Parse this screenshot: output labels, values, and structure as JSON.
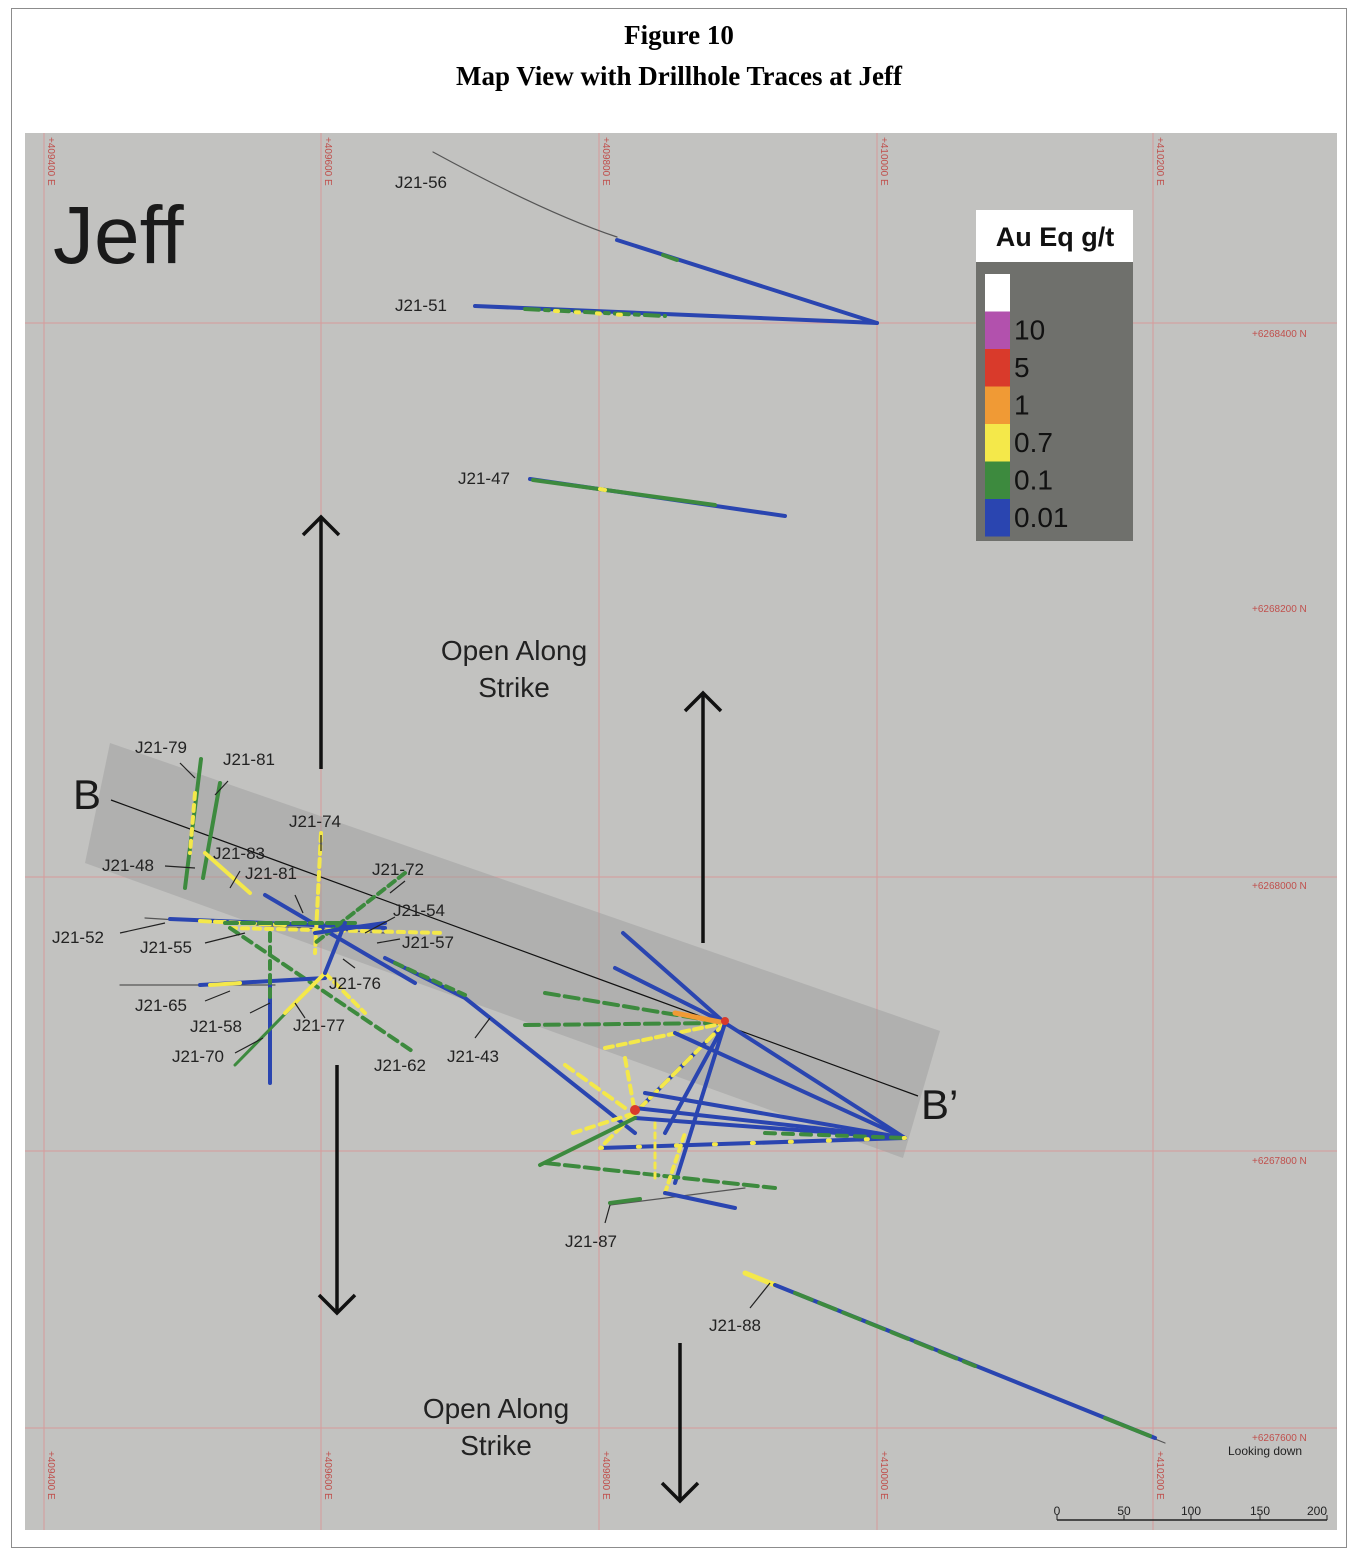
{
  "figure": {
    "number": "Figure 10",
    "caption": "Map View with Drillhole Traces at Jeff"
  },
  "map": {
    "title": "Jeff",
    "grid_easting_labels": [
      "+409400 E",
      "+409600 E",
      "+409800 E",
      "+410000 E",
      "+410200 E"
    ],
    "grid_northing_labels": [
      "+6268400 N",
      "+6268200 N",
      "+6268000 N",
      "+6267800 N",
      "+6267600 N"
    ],
    "section_line": {
      "start_label": "B",
      "end_label": "B’"
    },
    "annotations": [
      "Open Along",
      "Strike"
    ],
    "view_note": "Looking down",
    "scale_bar": {
      "ticks": [
        "0",
        "50",
        "100",
        "150",
        "200"
      ]
    },
    "colors": {
      "background": "#c2c2c0",
      "grid": "#d79a9a",
      "grid_text": "#c0504d",
      "section_band": "#9c9c9c",
      "trace_low": "#2a45b0"
    },
    "legend": {
      "title": "Au Eq g/t",
      "items": [
        {
          "label": "",
          "color": "#ffffff"
        },
        {
          "label": "10",
          "color": "#b251ad"
        },
        {
          "label": "5",
          "color": "#d93a2b"
        },
        {
          "label": "1",
          "color": "#f09a35"
        },
        {
          "label": "0.7",
          "color": "#f4e84a"
        },
        {
          "label": "0.1",
          "color": "#3d8a3e"
        },
        {
          "label": "0.01",
          "color": "#2a45b0"
        }
      ]
    },
    "drillholes": [
      "J21-56",
      "J21-51",
      "J21-47",
      "J21-79",
      "J21-81",
      "J21-74",
      "J21-48",
      "J21-83",
      "J21-81",
      "J21-72",
      "J21-54",
      "J21-52",
      "J21-55",
      "J21-57",
      "J21-76",
      "J21-65",
      "J21-58",
      "J21-77",
      "J21-70",
      "J21-62",
      "J21-43",
      "J21-87",
      "J21-88"
    ]
  }
}
